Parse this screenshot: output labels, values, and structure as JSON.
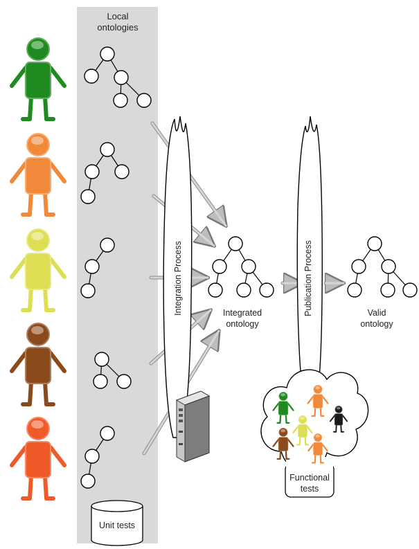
{
  "labels": {
    "local_ontologies": [
      "Local",
      "ontologies"
    ],
    "integration_process": "Integration Process",
    "publication_process": "Publication Process",
    "integrated_ontology": [
      "Integrated",
      "ontology"
    ],
    "valid_ontology": [
      "Valid",
      "ontology"
    ],
    "functional_tests": [
      "Functional",
      "tests"
    ],
    "unit_tests": "Unit tests"
  },
  "colors": {
    "developers": [
      "#1f8a1f",
      "#f08a3a",
      "#dede55",
      "#8b4a1c",
      "#f05a28"
    ],
    "tester_people": [
      "#1f8a1f",
      "#f08a3a",
      "#1a1a1a",
      "#dede55",
      "#8b4a1c",
      "#f08a3a"
    ],
    "column_background": "#d9d9d9"
  },
  "icons": {
    "developer": "person-icon",
    "local_ontology": "tree-icon",
    "server": "server-tower-icon",
    "functional_tests_cloud": "cloud-icon",
    "unit_tests_store": "database-cylinder-icon"
  }
}
